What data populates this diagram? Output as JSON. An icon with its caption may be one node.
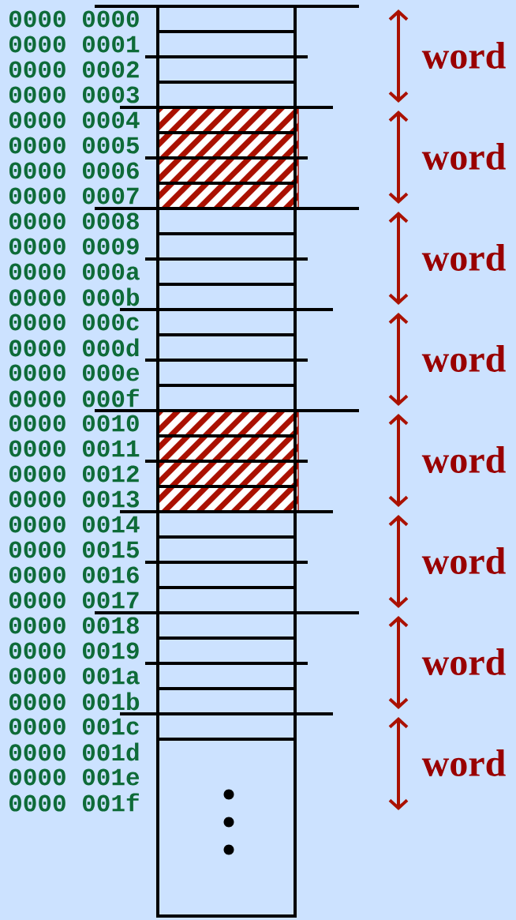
{
  "diagram": {
    "nodes": [
      {
        "text": [],
        "shape": "box"
      },
      {
        "text": [],
        "shape": "box"
      }
    ],
    "labels": [
      "0000 0000",
      "0000 0001",
      "0000 0002",
      "0000 0003",
      "0000 0004",
      "0000 0005",
      "0000 0006",
      "0000 0007",
      "0000 0008",
      "0000 0009",
      "0000 000a",
      "0000 000b",
      "0000 000c",
      "0000 000d",
      "0000 000e",
      "0000 000f",
      "0000 0010",
      "0000 0011",
      "0000 0012",
      "0000 0013",
      "0000 0014",
      "0000 0015",
      "0000 0016",
      "0000 0017",
      "0000 0018",
      "0000 0019",
      "0000 001a",
      "0000 001b",
      "0000 001c",
      "0000 001d",
      "0000 001e",
      "0000 001f",
      "word",
      "word",
      "word",
      "word",
      "word",
      "word",
      "word",
      "word"
    ]
  }
}
